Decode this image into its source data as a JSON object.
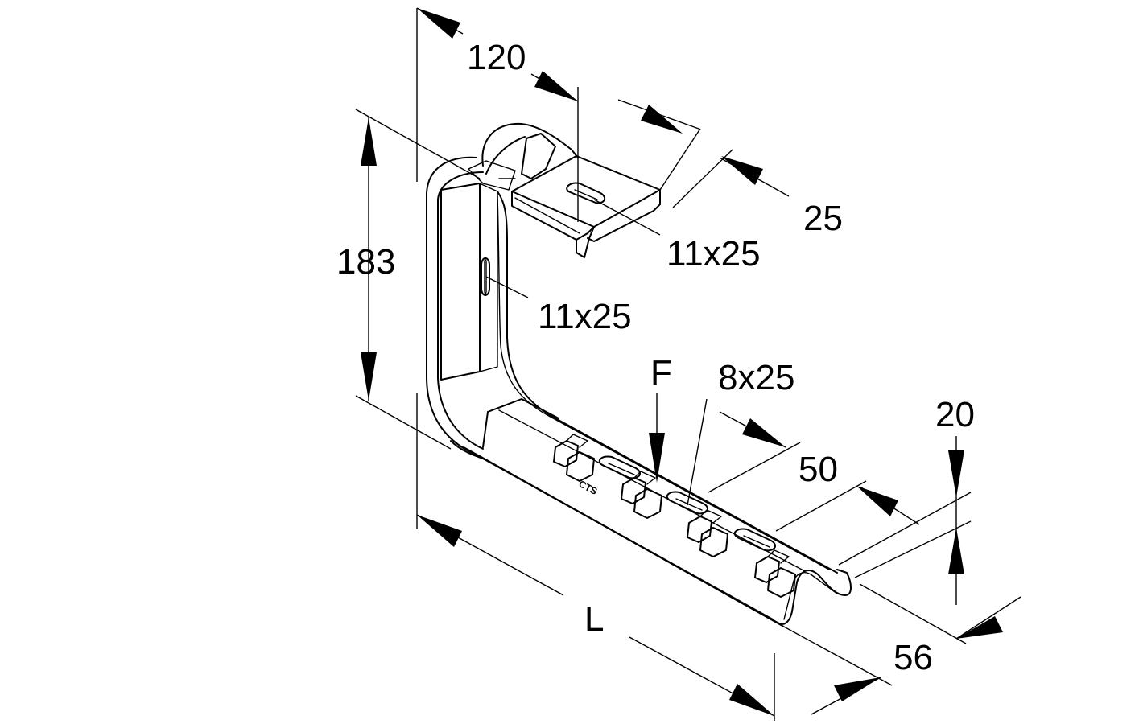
{
  "labels": {
    "width_120": "120",
    "flange_25": "25",
    "slot_top": "11x25",
    "height_183": "183",
    "slot_side": "11x25",
    "load_f": "F",
    "slot_arm": "8x25",
    "pitch_50": "50",
    "lip_20": "20",
    "length_l": "L",
    "depth_56": "56"
  },
  "logo_text": "CTS"
}
